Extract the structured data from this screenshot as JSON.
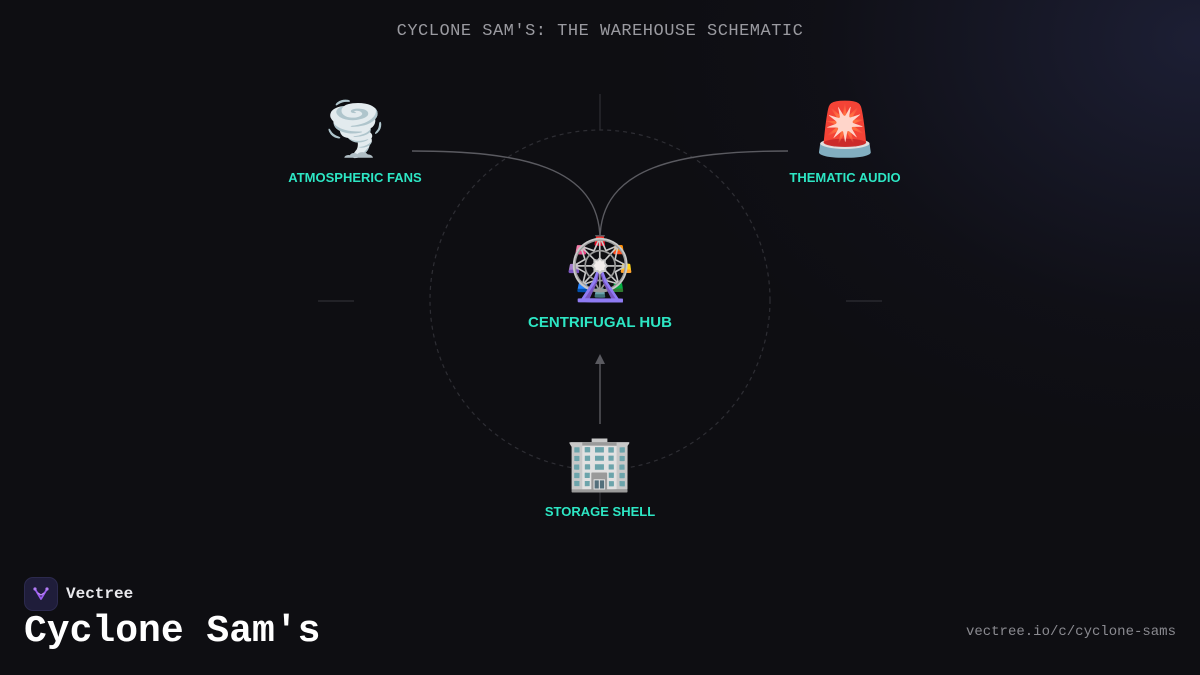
{
  "diagram": {
    "title": "CYCLONE SAM'S: THE WAREHOUSE SCHEMATIC",
    "nodes": {
      "fans": {
        "icon": "tornado-icon",
        "glyph": "🌪️",
        "label": "ATMOSPHERIC FANS"
      },
      "audio": {
        "icon": "rotating-light-icon",
        "glyph": "🚨",
        "label": "THEMATIC AUDIO"
      },
      "hub": {
        "icon": "ferris-wheel-icon",
        "glyph": "🎡",
        "label": "CENTRIFUGAL HUB"
      },
      "storage": {
        "icon": "office-building-icon",
        "glyph": "🏢",
        "label": "STORAGE SHELL"
      }
    },
    "edges": [
      {
        "from": "ATMOSPHERIC FANS",
        "to": "CENTRIFUGAL HUB"
      },
      {
        "from": "THEMATIC AUDIO",
        "to": "CENTRIFUGAL HUB"
      },
      {
        "from": "STORAGE SHELL",
        "to": "CENTRIFUGAL HUB"
      }
    ],
    "colors": {
      "label": "#2de6c4",
      "edge": "#5a5a60",
      "guide": "#2e2e34",
      "background": "#0e0e12"
    }
  },
  "footer": {
    "brand_name": "Vectree",
    "brand_icon": "vectree-logo-icon",
    "page_title": "Cyclone Sam's",
    "url": "vectree.io/c/cyclone-sams"
  }
}
